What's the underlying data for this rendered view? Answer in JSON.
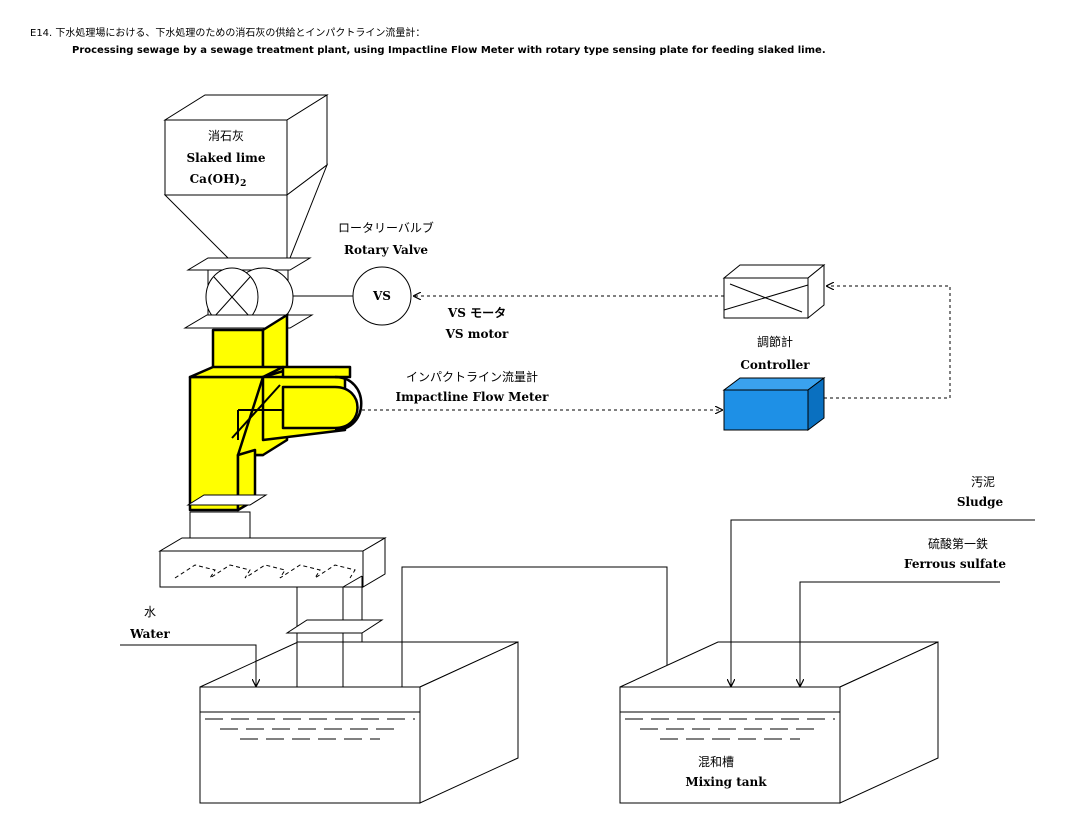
{
  "header": {
    "title_jp": "E14.  下水処理場における、下水処理のための消石灰の供給とインパクトライン流量計：",
    "title_en": "Processing sewage by a sewage treatment plant, using Impactline Flow Meter with rotary type sensing plate for feeding slaked lime."
  },
  "labels": {
    "hopper_jp": "消石灰",
    "hopper_en": "Slaked lime",
    "hopper_formula": "Ca(OH)",
    "hopper_formula_sub": "2",
    "rotary_valve_jp": "ロータリーバルブ",
    "rotary_valve_en": "Rotary Valve",
    "vs_symbol": "VS",
    "vs_motor_jp": "VS モータ",
    "vs_motor_en": "VS motor",
    "flow_meter_jp": "インパクトライン流量計",
    "flow_meter_en": "Impactline Flow Meter",
    "controller_jp": "調節計",
    "controller_en": "Controller",
    "water_jp": "水",
    "water_en": "Water",
    "sludge_jp": "汚泥",
    "sludge_en": "Sludge",
    "ferrous_jp": "硫酸第一鉄",
    "ferrous_en": "Ferrous sulfate",
    "mixing_tank_jp": "混和槽",
    "mixing_tank_en": "Mixing tank"
  },
  "colors": {
    "flow_meter_body": "#ffff00",
    "controller_front": "#1e90e6",
    "controller_side": "#0a70c0",
    "controller_top": "#3aa2ee"
  }
}
